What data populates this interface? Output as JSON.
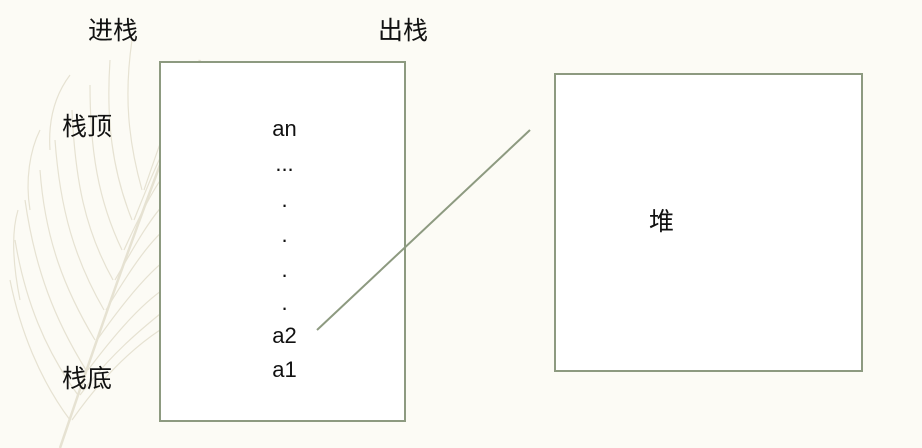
{
  "labels": {
    "push": "进栈",
    "pop": "出栈",
    "stack_top": "栈顶",
    "stack_bottom": "栈底"
  },
  "stack": {
    "items": [
      "an",
      "...",
      ".",
      ".",
      ".",
      ".",
      "a2",
      "a1"
    ]
  },
  "heap": {
    "label": "堆"
  },
  "colors": {
    "border": "#8d9a80",
    "background": "#fcfbf5",
    "box_fill": "#ffffff",
    "feather": "#e4e0d0"
  }
}
